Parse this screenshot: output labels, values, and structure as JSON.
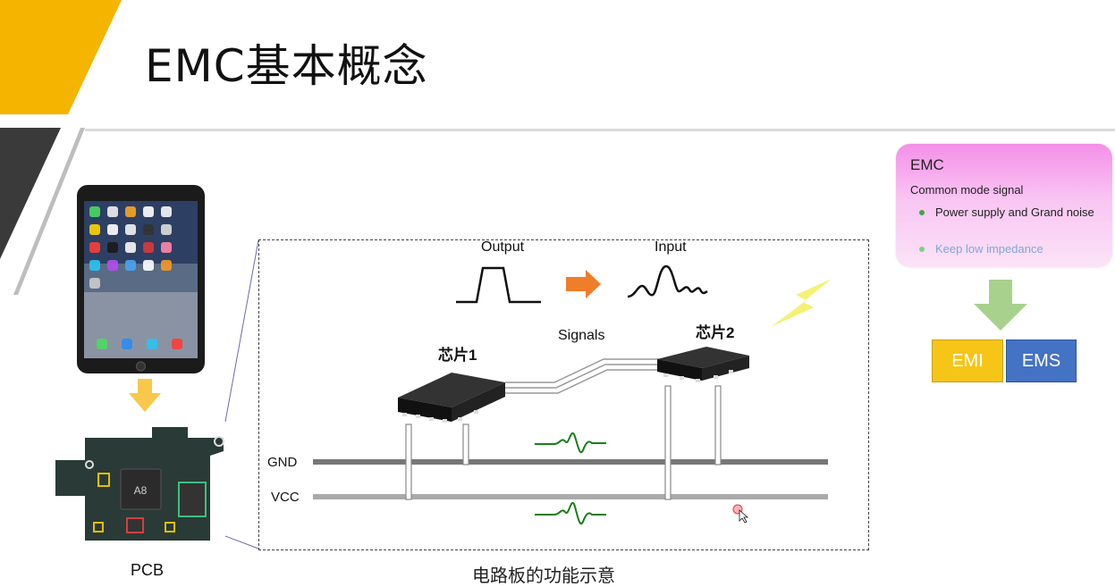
{
  "slide": {
    "title": "EMC基本概念",
    "watermark": "",
    "accent_color": "#f5b400",
    "dark_band_color": "#3a3a3a"
  },
  "left_panel": {
    "device": "ipad-mini",
    "pcb_label": "PCB",
    "chip_mark": "A8"
  },
  "diagram": {
    "caption": "电路板的功能示意",
    "output_label": "Output",
    "input_label": "Input",
    "signals_label": "Signals",
    "chip1_label": "芯片1",
    "chip2_label": "芯片2",
    "gnd_label": "GND",
    "vcc_label": "VCC",
    "noise_color": "#1a7f1a",
    "arrow_color": "#f07d2a"
  },
  "emc_box": {
    "title": "EMC",
    "subtitle": "Common mode signal",
    "bullets": [
      "Power supply and Grand noise",
      "Keep low  impedance"
    ],
    "bullet_colors": [
      "#222222",
      "#7fa7d6"
    ]
  },
  "results": {
    "emi": "EMI",
    "ems": "EMS",
    "emi_color": "#f7c518",
    "ems_color": "#4472c4"
  }
}
